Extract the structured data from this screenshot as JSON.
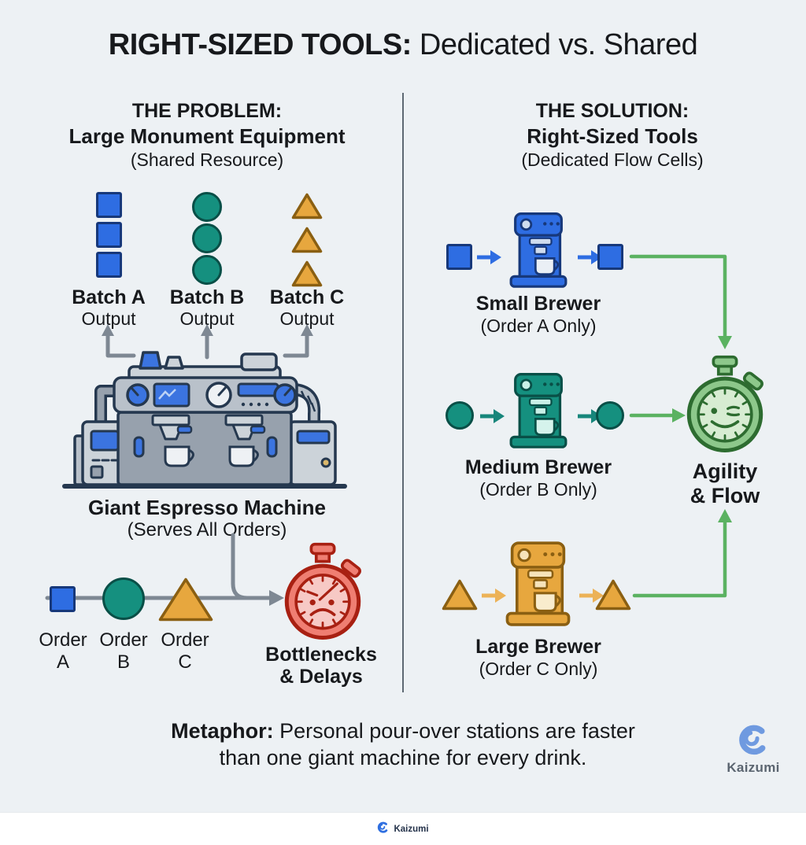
{
  "title": {
    "bold": "RIGHT-SIZED TOOLS:",
    "rest": " Dedicated vs. Shared"
  },
  "left": {
    "heading_line1": "THE PROBLEM:",
    "heading_line2": "Large Monument Equipment",
    "heading_line3": "(Shared Resource)",
    "batches": [
      {
        "label": "Batch A",
        "sub": "Output",
        "shape": "square"
      },
      {
        "label": "Batch B",
        "sub": "Output",
        "shape": "circle"
      },
      {
        "label": "Batch C",
        "sub": "Output",
        "shape": "triangle"
      }
    ],
    "machine": {
      "title": "Giant Espresso Machine",
      "sub": "(Serves All Orders)"
    },
    "orders": [
      {
        "top": "Order",
        "bottom": "A",
        "shape": "square"
      },
      {
        "top": "Order",
        "bottom": "B",
        "shape": "circle"
      },
      {
        "top": "Order",
        "bottom": "C",
        "shape": "triangle"
      }
    ],
    "bottleneck": {
      "line1": "Bottlenecks",
      "line2": "& Delays"
    }
  },
  "right": {
    "heading_line1": "THE SOLUTION:",
    "heading_line2": "Right-Sized Tools",
    "heading_line3": "(Dedicated Flow Cells)",
    "rows": [
      {
        "label": "Small Brewer",
        "sub": "(Order A Only)",
        "shape": "square",
        "variant": "blue"
      },
      {
        "label": "Medium Brewer",
        "sub": "(Order B Only)",
        "shape": "circle",
        "variant": "teal"
      },
      {
        "label": "Large Brewer",
        "sub": "(Order C Only)",
        "shape": "triangle",
        "variant": "orange"
      }
    ],
    "result": {
      "line1": "Agility",
      "line2": "& Flow"
    }
  },
  "metaphor": {
    "line1_bold": "Metaphor:",
    "line1_rest": " Personal pour-over stations are faster",
    "line2": "than one giant machine for every drink."
  },
  "brand": {
    "name": "Kaizumi"
  },
  "footer": {
    "brand": "Kaizumi"
  },
  "icons": {
    "brand_logo": "wave-swirl",
    "problem_result": "angry-stopwatch",
    "solution_result": "winking-stopwatch",
    "shared_machine": "giant-espresso-machine",
    "dedicated_machines": "coffee-brewer"
  },
  "colors": {
    "css": {
      "bg": "#edf1f4",
      "ink": "#17191c",
      "divider": "#5e6973",
      "gray-line": "#7e8893",
      "green-line": "#5bb261",
      "blue": "#2e6de2",
      "blue-dark": "#17387a",
      "teal": "#15907f",
      "teal-dark": "#094f47",
      "orange": "#e7a73e",
      "orange-dark": "#8a5f12",
      "brand-text": "#5b6570",
      "footer-ink": "#24324a"
    },
    "panels": {
      "blue": {
        "panel": "#cfdcee",
        "cup": "#eaeff5",
        "arrow": "#2e6de2"
      },
      "teal": {
        "panel": "#c9f0e7",
        "cup": "#d5f3ec",
        "arrow": "#17867b"
      },
      "orange": {
        "panel": "#f6e3ba",
        "cup": "#f9eccd",
        "arrow": "#ecb257"
      }
    },
    "stopwatch": {
      "red": {
        "ring": "#ef7e72",
        "face": "#f7c9c5",
        "dark": "#a82012",
        "mood": "angry"
      },
      "green": {
        "ring": "#8dc88b",
        "face": "#d7ecd2",
        "dark": "#2d6c30",
        "mood": "happy"
      }
    },
    "machine": {
      "dark": "#25384f",
      "body": "#97a1ad",
      "light": "#b9c1ca",
      "lighter": "#ccd3d9",
      "blue": "#3b74e0",
      "cup": "#eef1f4",
      "gold": "#d9b76b",
      "screenline": "#bcd2f5"
    },
    "swirl": {
      "brand": "#6f9ae0",
      "footer": "#2f6fe0"
    }
  }
}
